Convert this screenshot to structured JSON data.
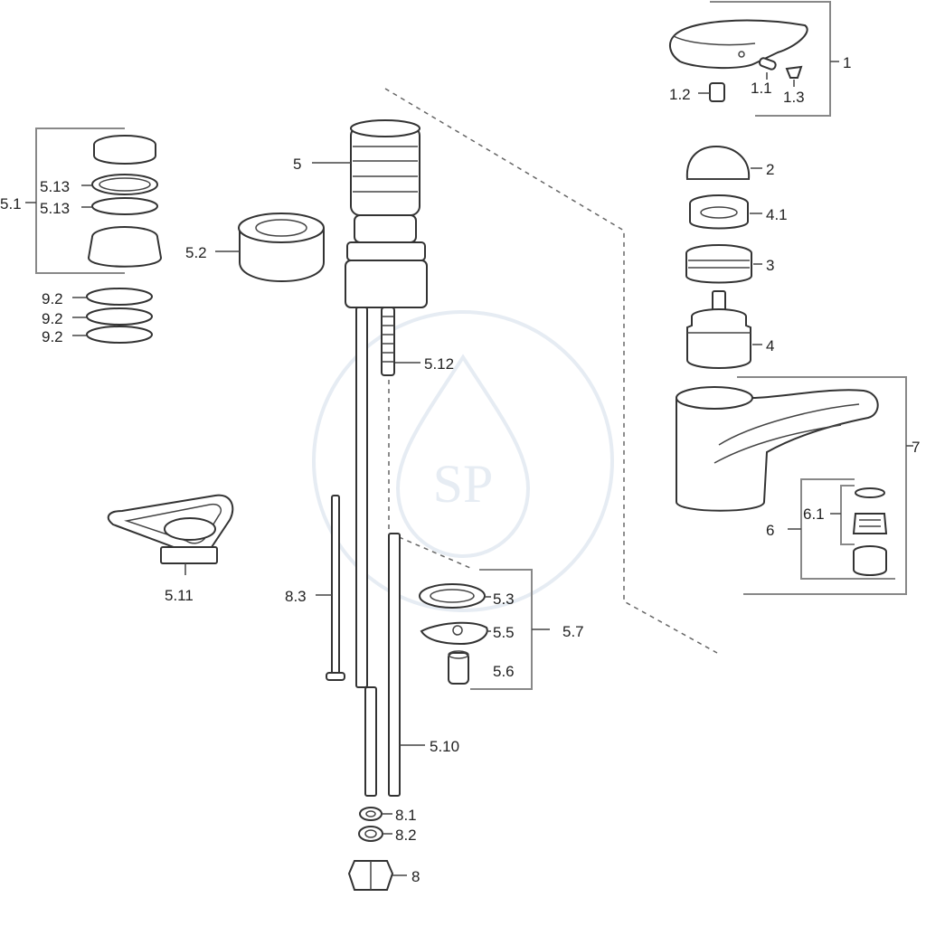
{
  "watermark": {
    "text": "SP",
    "color": "#e6ecf3"
  },
  "labels": {
    "p1": "1",
    "p1_1": "1.1",
    "p1_2": "1.2",
    "p1_3": "1.3",
    "p2": "2",
    "p3": "3",
    "p4": "4",
    "p4_1": "4.1",
    "p5": "5",
    "p5_1": "5.1",
    "p5_2": "5.2",
    "p5_3": "5.3",
    "p5_5": "5.5",
    "p5_6": "5.6",
    "p5_7": "5.7",
    "p5_10": "5.10",
    "p5_11": "5.11",
    "p5_12": "5.12",
    "p5_13a": "5.13",
    "p5_13b": "5.13",
    "p6": "6",
    "p6_1": "6.1",
    "p7": "7",
    "p8": "8",
    "p8_1": "8.1",
    "p8_2": "8.2",
    "p8_3": "8.3",
    "p9_2a": "9.2",
    "p9_2b": "9.2",
    "p9_2c": "9.2"
  }
}
